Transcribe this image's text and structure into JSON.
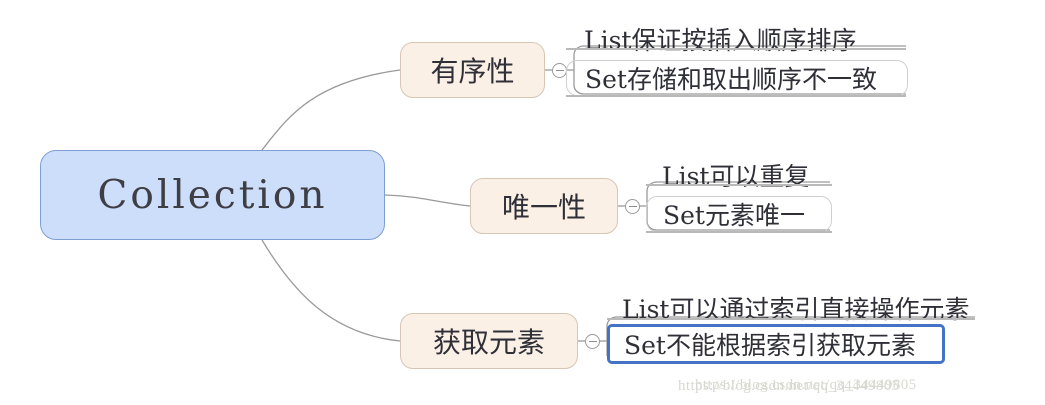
{
  "diagram": {
    "type": "mind-map",
    "title": "Collection",
    "root": {
      "label": "Collection",
      "fill": "#cddefa",
      "border": "#7d9fd4"
    },
    "branches": [
      {
        "label": "有序性",
        "collapse_icon": "collapse-minus-icon",
        "leaves": [
          {
            "label": "List保证按插入顺序排序",
            "state": "plain"
          },
          {
            "label": "Set存储和取出顺序不一致",
            "state": "hover"
          }
        ]
      },
      {
        "label": "唯一性",
        "collapse_icon": "collapse-minus-icon",
        "leaves": [
          {
            "label": "List可以重复",
            "state": "plain"
          },
          {
            "label": "Set元素唯一",
            "state": "hover"
          }
        ]
      },
      {
        "label": "获取元素",
        "collapse_icon": "collapse-minus-icon",
        "leaves": [
          {
            "label": "List可以通过索引直接操作元素",
            "state": "plain"
          },
          {
            "label": "Set不能根据索引获取元素",
            "state": "selected"
          }
        ]
      }
    ],
    "colors": {
      "branch_fill": "#fbf0e6",
      "branch_border": "#d8c6b4",
      "selection_border": "#4472c4",
      "edge": "#9a9a9a",
      "text": "#2f2f38"
    }
  },
  "watermark": {
    "line_a": "https://blog.csdn.net/qq_34449805",
    "line_b": "https://blog.csdn.net/qq_34449805"
  }
}
